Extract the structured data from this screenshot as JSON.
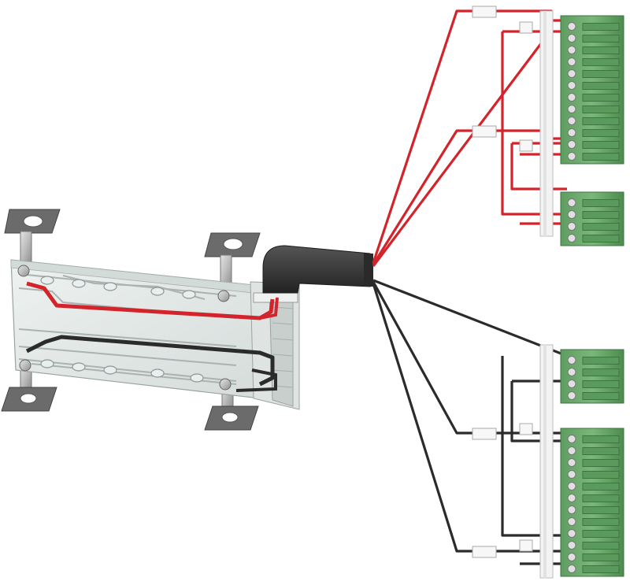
{
  "image": {
    "subject": "",
    "colors": {
      "background": "#ffffff",
      "red_wire": "#d2242a",
      "black_wire": "#2b2b2b",
      "sleeve": "#3a3a3a",
      "terminal_green": "#6aa56a",
      "terminal_green_dark": "#4d8a4f",
      "metal": "#c8c8c8",
      "metal_dark": "#8a8a8a",
      "glass": "#e6eceb",
      "rail": "#f2f2f2"
    },
    "terminal_blocks": {
      "upper_large_pins": 12,
      "upper_small_pins": 4,
      "lower_small_pins": 4,
      "lower_large_pins": 12
    }
  }
}
